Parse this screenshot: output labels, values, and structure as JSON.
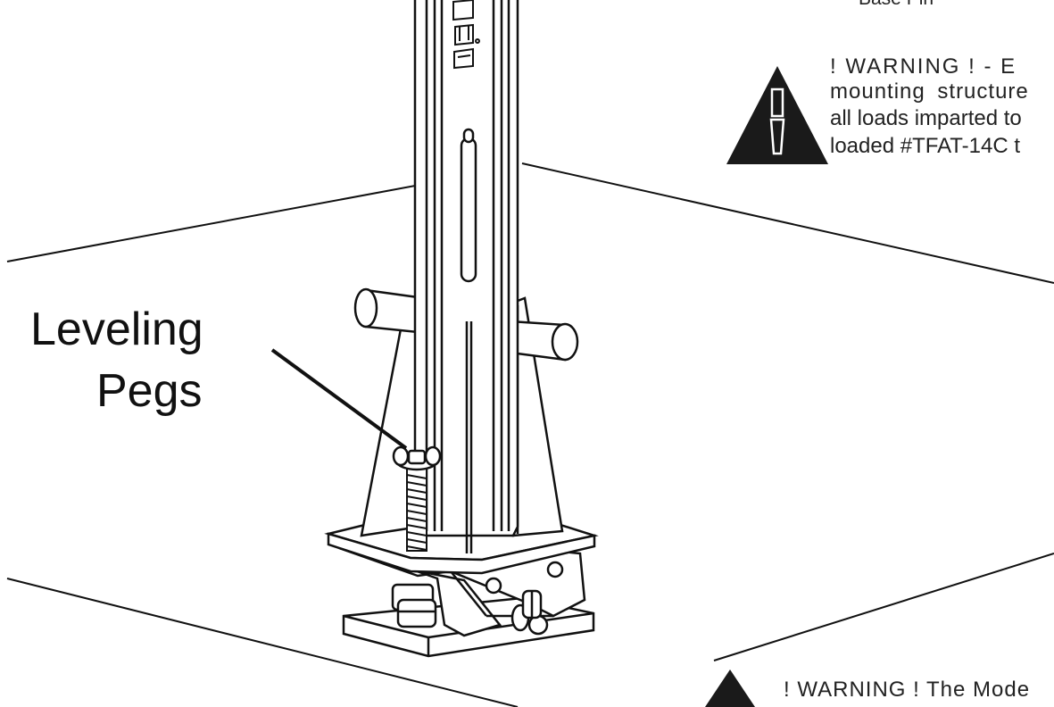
{
  "callout": {
    "line1": "Leveling",
    "line2": "Pegs"
  },
  "top_label": "Base Pin",
  "warning1": {
    "line1": "! WARNING ! - E",
    "line2": "mounting  structure",
    "line3": "all loads imparted to",
    "line4": "loaded #TFAT-14C t"
  },
  "warning2": {
    "text": "! WARNING ! The Mode"
  },
  "icons": {
    "warning1": "warning-triangle-icon",
    "warning2": "warning-triangle-icon"
  },
  "colors": {
    "line": "#111111",
    "icon": "#1a1a1a",
    "background": "#ffffff"
  }
}
